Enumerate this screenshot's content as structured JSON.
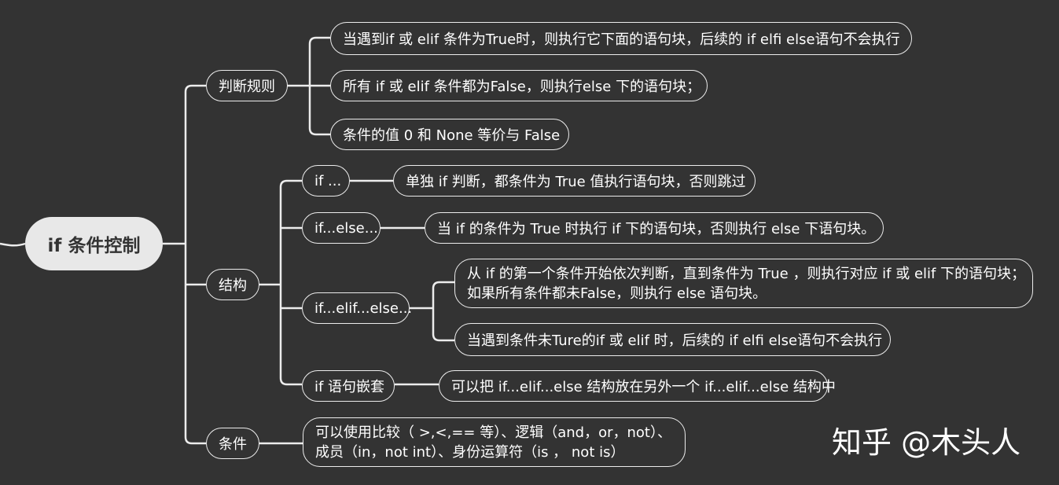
{
  "colors": {
    "background": "#333333",
    "line": "#ececec",
    "root_fill": "#e8e8e8",
    "text": "#ffffff"
  },
  "root": "if 条件控制",
  "branches": {
    "rule": {
      "label": "判断规则",
      "items": [
        "当遇到if 或 elif 条件为True时，则执行它下面的语句块，后续的 if elfi else语句不会执行",
        "所有 if 或 elif 条件都为False，则执行else 下的语句块；",
        "条件的值 0 和 None 等价与 False"
      ]
    },
    "structure": {
      "label": "结构",
      "if": {
        "label": "if ...",
        "desc": "单独 if 判断，都条件为 True 值执行语句块，否则跳过"
      },
      "if_else": {
        "label": "if...else...",
        "desc": "当 if 的条件为 True 时执行 if 下的语句块，否则执行 else 下语句块。"
      },
      "if_elif_else": {
        "label": "if...elif...else...",
        "desc1": [
          "从 if 的第一个条件开始依次判断，直到条件为 True ，则执行对应 if 或 elif 下的语句块；",
          "如果所有条件都未False，则执行 else 语句块。"
        ],
        "desc2": "当遇到条件未Ture的if 或 elif 时，后续的 if elfi else语句不会执行"
      },
      "nested": {
        "label": "if 语句嵌套",
        "desc": "可以把 if...elif...else 结构放在另外一个 if...elif...else 结构中"
      }
    },
    "condition": {
      "label": "条件",
      "lines": [
        "可以使用比较（ >,<,== 等）、逻辑（and，or，not）、",
        "成员（in，not int）、身份运算符（is ， not is）"
      ]
    }
  },
  "watermark": "知乎 @木头人"
}
